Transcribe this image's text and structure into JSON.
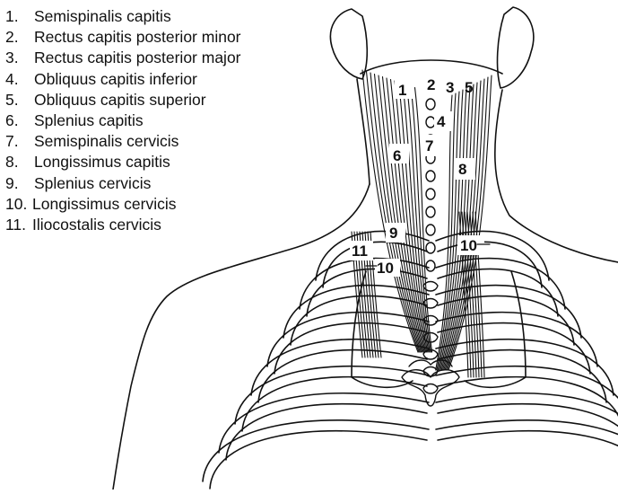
{
  "legend": [
    {
      "number": "1.",
      "name": "Semispinalis capitis"
    },
    {
      "number": "2.",
      "name": "Rectus capitis posterior minor"
    },
    {
      "number": "3.",
      "name": "Rectus capitis posterior major"
    },
    {
      "number": "4.",
      "name": "Obliquus capitis inferior"
    },
    {
      "number": "5.",
      "name": "Obliquus capitis superior"
    },
    {
      "number": "6.",
      "name": "Splenius capitis"
    },
    {
      "number": "7.",
      "name": "Semispinalis cervicis"
    },
    {
      "number": "8.",
      "name": "Longissimus capitis"
    },
    {
      "number": "9.",
      "name": "Splenius cervicis"
    },
    {
      "number": "10.",
      "name": "Longissimus cervicis"
    },
    {
      "number": "11.",
      "name": "Iliocostalis cervicis"
    }
  ],
  "callouts": {
    "c1": "1",
    "c2": "2",
    "c3": "3",
    "c5": "5",
    "c4": "4",
    "c6": "6",
    "c7": "7",
    "c8": "8",
    "c9": "9",
    "c10_right": "10",
    "c11": "11",
    "c10_left": "10"
  },
  "style": {
    "ink": "#111111",
    "background": "#ffffff"
  }
}
